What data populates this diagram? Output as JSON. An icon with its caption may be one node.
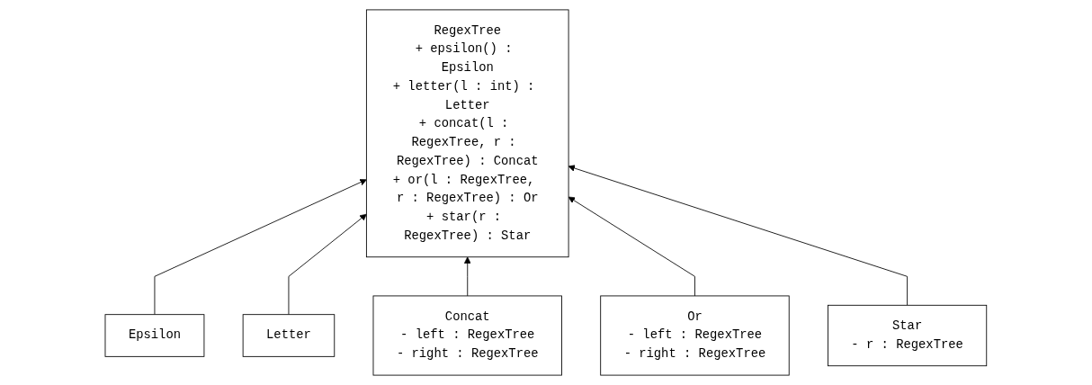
{
  "diagram": {
    "nodes": [
      {
        "text": [
          "RegexTree",
          "+ epsilon() : Epsilon",
          "+ letter(l : int) : Letter",
          "+ concat(l : RegexTree, r : RegexTree) : Concat",
          "+ or(l : RegexTree, r : RegexTree) : Or",
          "+ star(r : RegexTree) : Star"
        ]
      },
      {
        "text": [
          "Epsilon"
        ]
      },
      {
        "text": [
          "Letter"
        ]
      },
      {
        "text": [
          "Concat",
          "- left : RegexTree",
          "- right : RegexTree"
        ]
      },
      {
        "text": [
          "Or",
          "- left : RegexTree",
          "- right : RegexTree"
        ]
      },
      {
        "text": [
          "Star",
          "- r : RegexTree"
        ]
      }
    ],
    "edges": [
      {
        "from": 1,
        "to": 0,
        "arrow": "to"
      },
      {
        "from": 2,
        "to": 0,
        "arrow": "to"
      },
      {
        "from": 3,
        "to": 0,
        "arrow": "to"
      },
      {
        "from": 4,
        "to": 0,
        "arrow": "to"
      },
      {
        "from": 5,
        "to": 0,
        "arrow": "to"
      }
    ]
  }
}
